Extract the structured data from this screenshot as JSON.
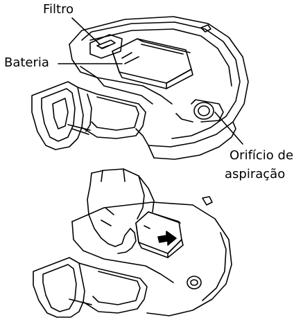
{
  "labels": {
    "filter": "Filtro",
    "battery": "Bateria",
    "suction_line1": "Orifício de",
    "suction_line2": "aspiração"
  },
  "colors": {
    "line": "#000000",
    "background": "#ffffff"
  },
  "icons": {
    "arrow": "arrow-right-icon",
    "hand": "hand-illustration"
  }
}
